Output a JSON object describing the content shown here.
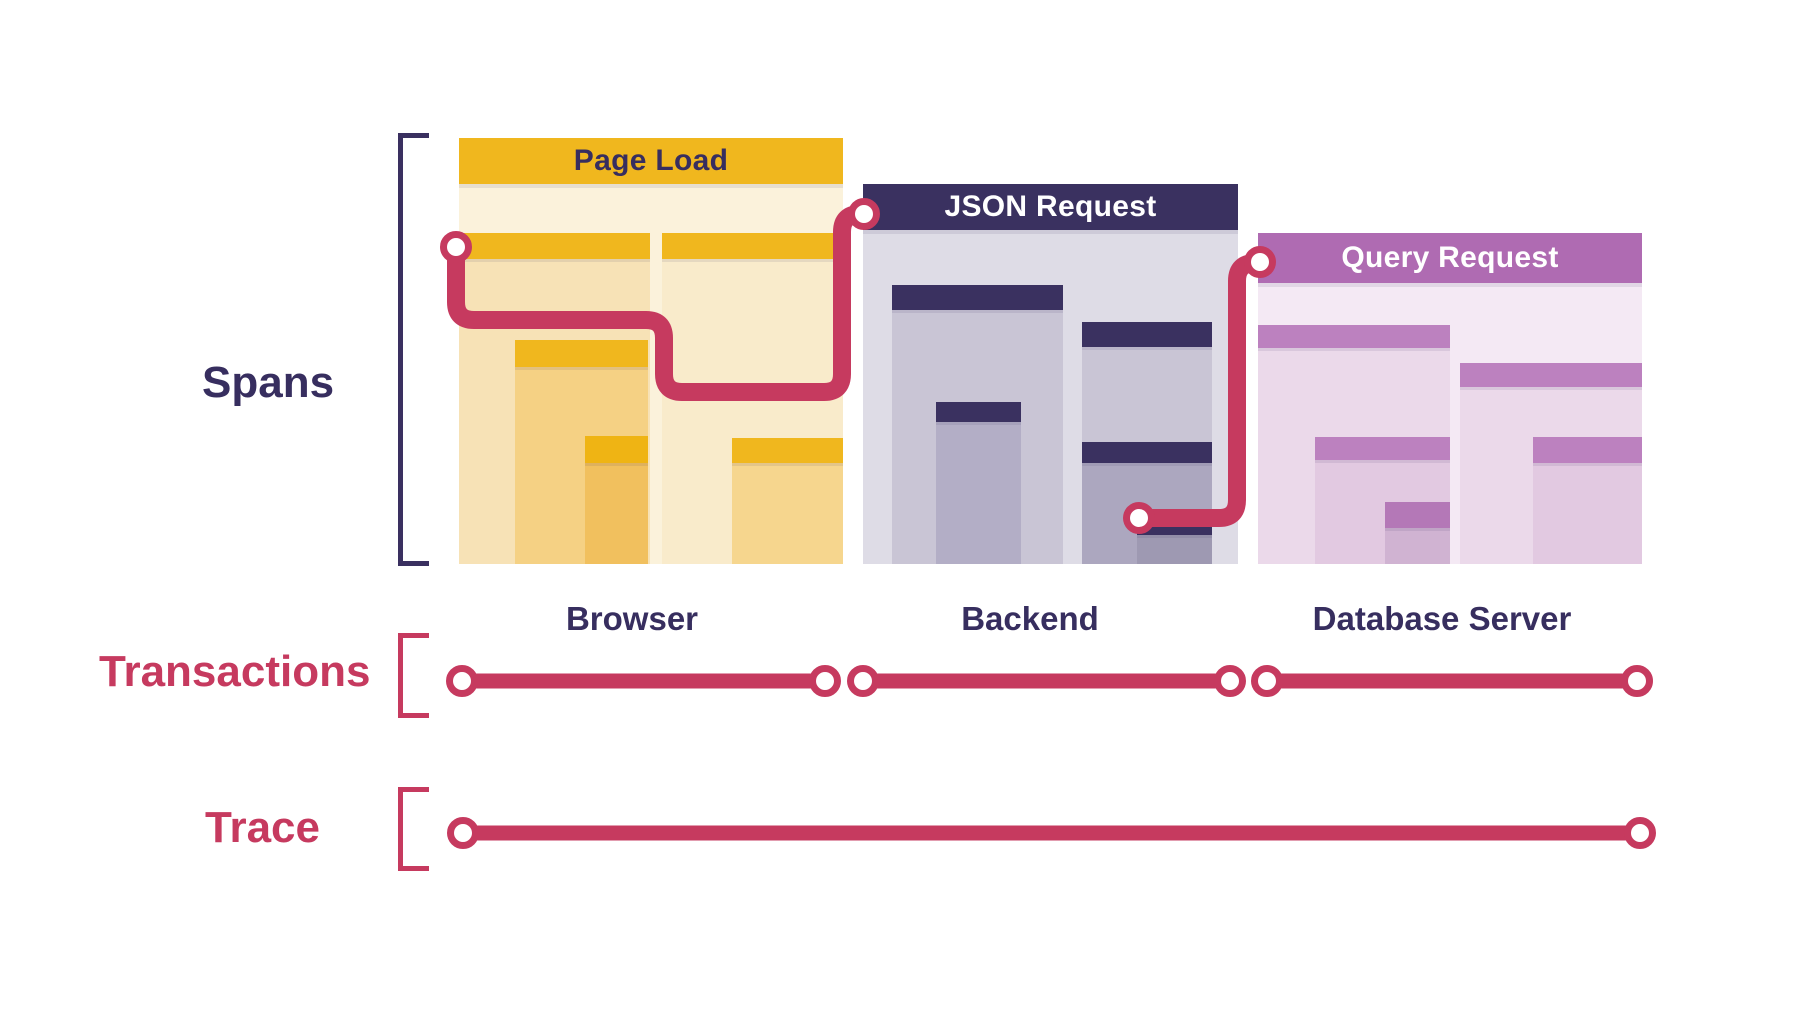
{
  "labels": {
    "spans": "Spans",
    "transactions": "Transactions",
    "trace": "Trace"
  },
  "panels": [
    {
      "title": "Page Load",
      "service": "Browser",
      "header_color": "#F0B71E",
      "title_color": "#372E5F"
    },
    {
      "title": "JSON Request",
      "service": "Backend",
      "header_color": "#3A3160",
      "title_color": "#FFFFFF"
    },
    {
      "title": "Query Request",
      "service": "Database Server",
      "header_color": "#AF6BB2",
      "title_color": "#FFFFFF"
    }
  ],
  "colors": {
    "accent_red": "#C63A5F",
    "navy": "#3A3060",
    "amber": "#F0B71E",
    "purple_header": "#AF6BB2",
    "purple_subheader": "#BC81BF",
    "yellow_panel_body": "#FBF2DB",
    "gray_panel_body": "#DEDCE6",
    "pink_panel_body": "#F4E9F4"
  }
}
